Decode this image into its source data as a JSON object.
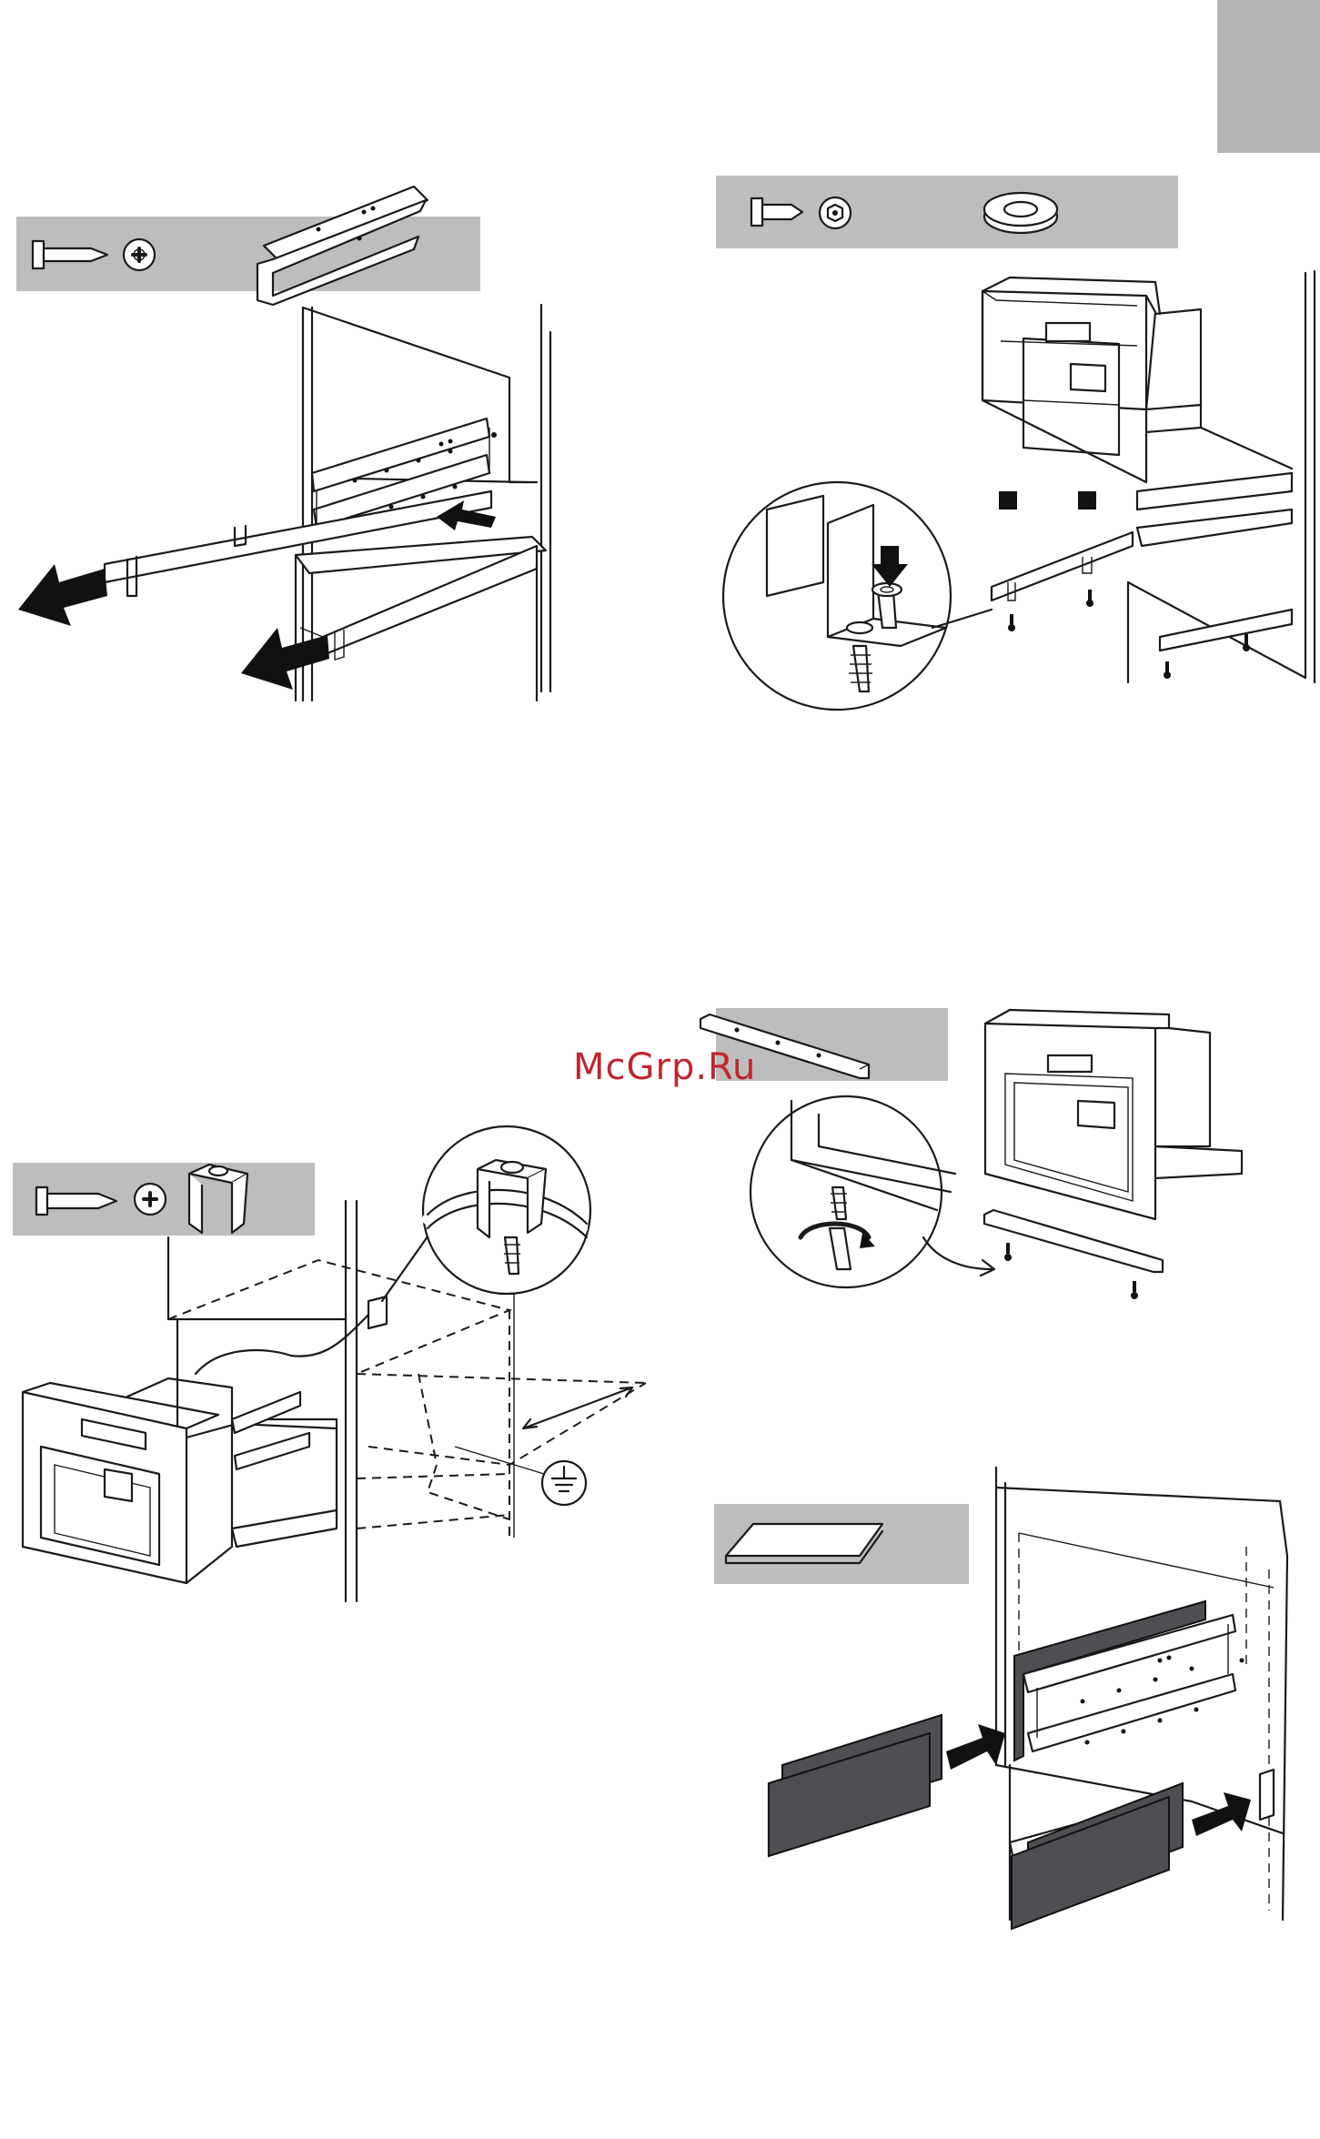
{
  "watermark": "McGrp.Ru",
  "colors": {
    "band_gray": "#bdbdbd",
    "tab_gray": "#b4b4b4",
    "line": "#1a1a1a",
    "panel_dark": "#4d4f52",
    "watermark_red": "#c0262c"
  },
  "panels": [
    {
      "id": "step-1",
      "icons": [
        "screw-icon",
        "phillips-head-icon",
        "mounting-rail-icon"
      ],
      "depicts": "pull-out-rails"
    },
    {
      "id": "step-2",
      "icons": [
        "screw-icon",
        "hex-head-icon",
        "washer-icon"
      ],
      "depicts": "machine-on-rails"
    },
    {
      "id": "step-3",
      "icons": [
        "screw-icon",
        "phillips-head-icon",
        "bracket-clip-icon"
      ],
      "depicts": "earth-connection"
    },
    {
      "id": "step-4",
      "icons": [
        "trim-strip-icon"
      ],
      "depicts": "trim-fitting"
    },
    {
      "id": "step-5",
      "icons": [
        "spacer-panel-icon"
      ],
      "depicts": "spacer-panels"
    }
  ]
}
